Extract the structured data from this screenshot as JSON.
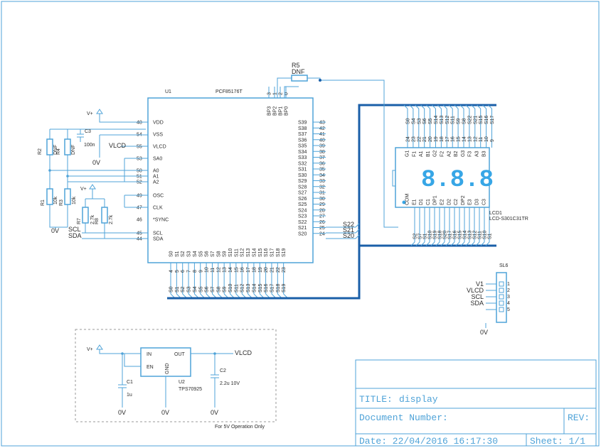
{
  "u1": {
    "ref": "U1",
    "part": "PCF85176T",
    "left_pins": [
      {
        "num": "48",
        "name": "VDD"
      },
      {
        "num": "54",
        "name": "VSS"
      },
      {
        "num": "55",
        "name": "VLCD"
      },
      {
        "num": "53",
        "name": "SA0"
      },
      {
        "num": "50",
        "name": "A0"
      },
      {
        "num": "51",
        "name": "A1"
      },
      {
        "num": "52",
        "name": "A2"
      },
      {
        "num": "49",
        "name": "OSC"
      },
      {
        "num": "47",
        "name": "CLK"
      },
      {
        "num": "46",
        "name": "*SYNC"
      },
      {
        "num": "45",
        "name": "SCL"
      },
      {
        "num": "44",
        "name": "SDA"
      }
    ],
    "top_pins": [
      {
        "num": "3",
        "name": "BP3"
      },
      {
        "num": "1",
        "name": "BP2"
      },
      {
        "num": "2",
        "name": "BP1"
      },
      {
        "num": "0",
        "name": "BP0"
      }
    ],
    "right_pins": [
      {
        "num": "43",
        "name": "S39"
      },
      {
        "num": "42",
        "name": "S38"
      },
      {
        "num": "41",
        "name": "S37"
      },
      {
        "num": "40",
        "name": "S36"
      },
      {
        "num": "39",
        "name": "S35"
      },
      {
        "num": "38",
        "name": "S34"
      },
      {
        "num": "37",
        "name": "S33"
      },
      {
        "num": "36",
        "name": "S32"
      },
      {
        "num": "35",
        "name": "S31"
      },
      {
        "num": "34",
        "name": "S30"
      },
      {
        "num": "33",
        "name": "S29"
      },
      {
        "num": "32",
        "name": "S28"
      },
      {
        "num": "31",
        "name": "S27"
      },
      {
        "num": "30",
        "name": "S26"
      },
      {
        "num": "29",
        "name": "S25"
      },
      {
        "num": "28",
        "name": "S24"
      },
      {
        "num": "27",
        "name": "S23"
      },
      {
        "num": "26",
        "name": "S22"
      },
      {
        "num": "25",
        "name": "S21"
      },
      {
        "num": "24",
        "name": "S20"
      }
    ],
    "bottom_pins": [
      {
        "num": "4",
        "name": "S0"
      },
      {
        "num": "5",
        "name": "S1"
      },
      {
        "num": "6",
        "name": "S2"
      },
      {
        "num": "7",
        "name": "S3"
      },
      {
        "num": "8",
        "name": "S4"
      },
      {
        "num": "9",
        "name": "S5"
      },
      {
        "num": "10",
        "name": "S6"
      },
      {
        "num": "11",
        "name": "S7"
      },
      {
        "num": "12",
        "name": "S8"
      },
      {
        "num": "13",
        "name": "S9"
      },
      {
        "num": "14",
        "name": "S10"
      },
      {
        "num": "15",
        "name": "S11"
      },
      {
        "num": "16",
        "name": "S12"
      },
      {
        "num": "17",
        "name": "S13"
      },
      {
        "num": "18",
        "name": "S14"
      },
      {
        "num": "19",
        "name": "S15"
      },
      {
        "num": "20",
        "name": "S16"
      },
      {
        "num": "21",
        "name": "S17"
      },
      {
        "num": "22",
        "name": "S18"
      },
      {
        "num": "23",
        "name": "S19"
      }
    ],
    "right_net_labels": [
      "S22",
      "S21",
      "S20"
    ],
    "bottom_net_labels": [
      "S0",
      "S1",
      "S2",
      "S3",
      "S4",
      "S5",
      "S6",
      "S7",
      "S8",
      "S9",
      "S10",
      "S11",
      "S12",
      "S13",
      "S14",
      "S15",
      "S16",
      "S17",
      "S18",
      "S19"
    ]
  },
  "lcd": {
    "ref": "LCD1",
    "part": "LCD-S301C31TR",
    "display": "8.8.8",
    "top_nets": [
      "S0",
      "S4",
      "S3",
      "S6",
      "S5",
      "S14",
      "S13",
      "S12",
      "S11",
      "S9",
      "S8",
      "S22",
      "S21",
      "S15",
      "S16",
      "S17"
    ],
    "top_pins": [
      "24",
      "23",
      "22",
      "21",
      "20",
      "19",
      "18",
      "17",
      "16",
      "15",
      "14",
      "13",
      "12",
      "11",
      "10",
      "9"
    ],
    "top_inner": [
      "G1",
      "F1",
      "A1",
      "B1",
      "G2",
      "F2",
      "A2",
      "B2",
      "G3",
      "F3",
      "A3",
      "B3"
    ],
    "bottom_nets": [
      "S2",
      "S7",
      "S1",
      "S10",
      "S19",
      "S18",
      "S20",
      "S17",
      "S16",
      "S15",
      "S14",
      "S13",
      "S12",
      "S11",
      "S10",
      "S1"
    ],
    "bottom_inner": [
      "COM",
      "E1",
      "D1",
      "C1",
      "DP1",
      "E2",
      "D2",
      "C2",
      "DP2",
      "E3",
      "D3",
      "C3"
    ]
  },
  "resistors": [
    {
      "ref": "R2",
      "value": "DNF"
    },
    {
      "ref": "R4",
      "value": "DNF"
    },
    {
      "ref": "R1",
      "value": "10k"
    },
    {
      "ref": "R3",
      "value": "10k"
    },
    {
      "ref": "R7",
      "value": "2.7k"
    },
    {
      "ref": "R8",
      "value": "2.7k"
    },
    {
      "ref": "R5",
      "value": "DNF"
    }
  ],
  "capacitors": [
    {
      "ref": "C3",
      "value": "100n"
    },
    {
      "ref": "C1",
      "value": "1u"
    },
    {
      "ref": "C2",
      "value": "2.2u 10V"
    }
  ],
  "nets": {
    "vlcd": "VLCD",
    "zero": "0V",
    "supply": "V+",
    "v1": "V1",
    "scl": "SCL",
    "sda": "SDA"
  },
  "connector": {
    "ref": "SL6",
    "labels": [
      "V1",
      "VLCD",
      "SCL",
      "SDA"
    ],
    "pins": [
      "1",
      "2",
      "3",
      "4",
      "5"
    ]
  },
  "regulator": {
    "ref": "U2",
    "part": "TPS70925",
    "pin_in": "IN",
    "pin_en": "EN",
    "pin_out": "OUT",
    "pin_gnd": "GND",
    "note": "For 5V Operation Only"
  },
  "titleblock": {
    "title_label": "TITLE:",
    "title_value": "display",
    "docnum": "Document Number:",
    "rev": "REV:",
    "date": "Date: 22/04/2016 16:17:30",
    "sheet": "Sheet: 1/1"
  }
}
